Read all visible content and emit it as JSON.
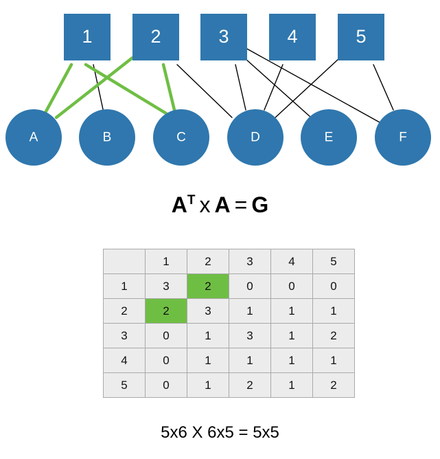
{
  "colors": {
    "node_fill": "#2f77ae",
    "highlight_edge": "#6fbe44",
    "plain_edge": "#000000",
    "highlight_cell": "#6fbe44",
    "cell_background": "#ececec"
  },
  "graph": {
    "top_nodes": [
      "1",
      "2",
      "3",
      "4",
      "5"
    ],
    "bottom_nodes": [
      "A",
      "B",
      "C",
      "D",
      "E",
      "F"
    ],
    "edges": [
      {
        "from": "1",
        "to": "A",
        "highlight": true
      },
      {
        "from": "1",
        "to": "B",
        "highlight": false
      },
      {
        "from": "1",
        "to": "C",
        "highlight": true
      },
      {
        "from": "2",
        "to": "A",
        "highlight": true
      },
      {
        "from": "2",
        "to": "C",
        "highlight": true
      },
      {
        "from": "2",
        "to": "D",
        "highlight": false
      },
      {
        "from": "3",
        "to": "D",
        "highlight": false
      },
      {
        "from": "3",
        "to": "E",
        "highlight": false
      },
      {
        "from": "3",
        "to": "F",
        "highlight": false
      },
      {
        "from": "4",
        "to": "D",
        "highlight": false
      },
      {
        "from": "5",
        "to": "D",
        "highlight": false
      },
      {
        "from": "5",
        "to": "F",
        "highlight": false
      }
    ]
  },
  "formula": {
    "left": "A",
    "superscript": "T",
    "times": "x",
    "right": "A",
    "equals": "=",
    "result": "G"
  },
  "matrix": {
    "header": [
      "",
      "1",
      "2",
      "3",
      "4",
      "5"
    ],
    "rows": [
      [
        "1",
        "3",
        "2",
        "0",
        "0",
        "0"
      ],
      [
        "2",
        "2",
        "3",
        "1",
        "1",
        "1"
      ],
      [
        "3",
        "0",
        "1",
        "3",
        "1",
        "2"
      ],
      [
        "4",
        "0",
        "1",
        "1",
        "1",
        "1"
      ],
      [
        "5",
        "0",
        "1",
        "2",
        "1",
        "2"
      ]
    ],
    "highlighted_cells": [
      [
        1,
        2
      ],
      [
        2,
        1
      ]
    ]
  },
  "dimensions_text": "5x6 X 6x5 = 5x5"
}
